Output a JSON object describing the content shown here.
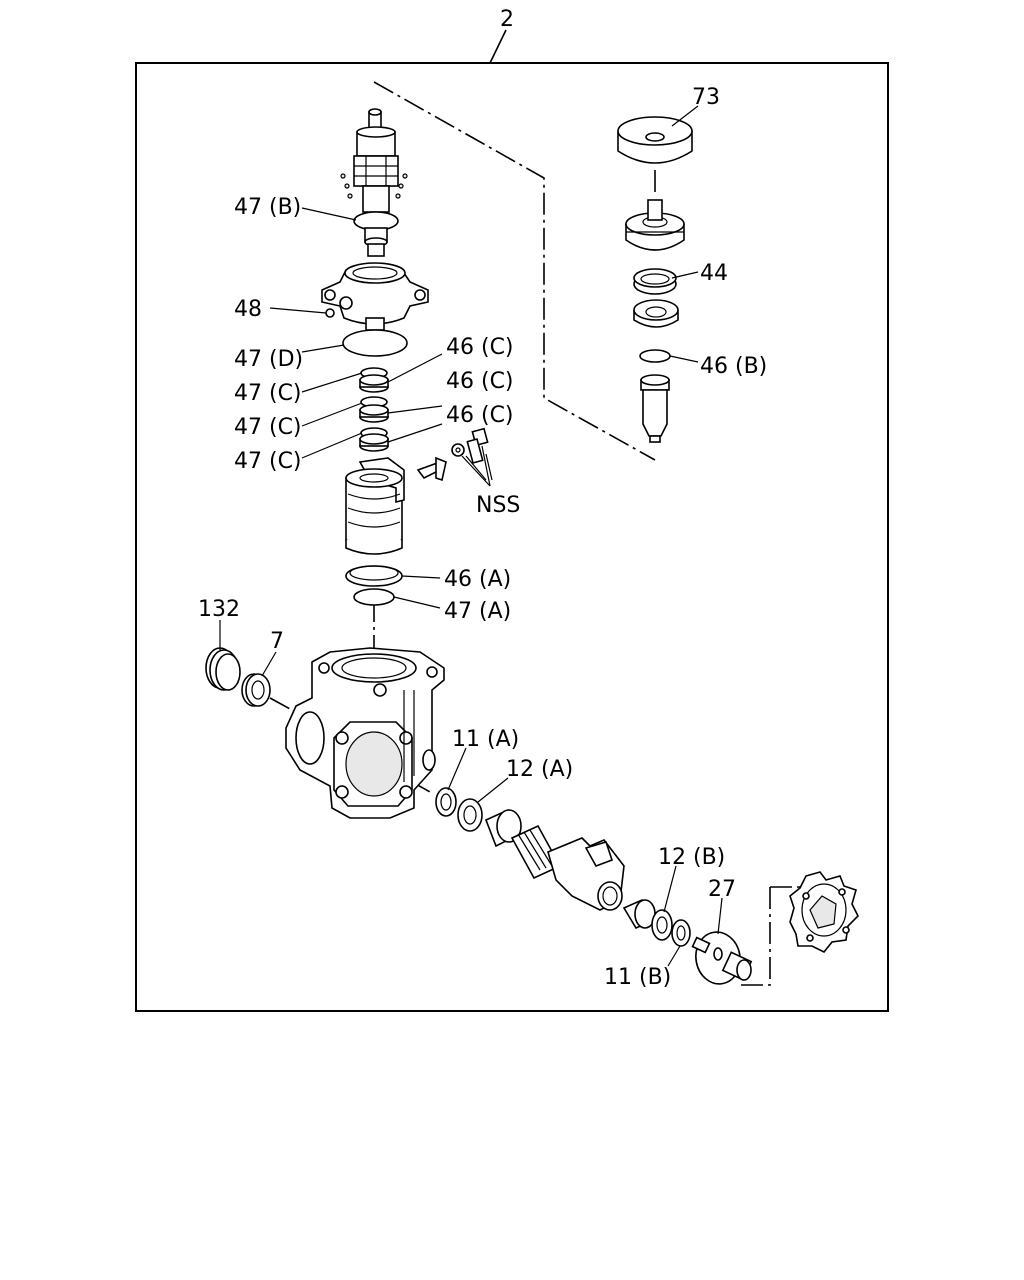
{
  "assembly_number": "2",
  "callouts": {
    "p73": "73",
    "p44": "44",
    "p46b": "46 (B)",
    "p47b": "47 (B)",
    "p48": "48",
    "p47d": "47 (D)",
    "p46c_1": "46 (C)",
    "p47c_1": "47 (C)",
    "p46c_2": "46 (C)",
    "p47c_2": "47 (C)",
    "p46c_3": "46 (C)",
    "p47c_3": "47 (C)",
    "nss": "NSS",
    "p46a": "46 (A)",
    "p47a": "47 (A)",
    "p132": "132",
    "p7": "7",
    "p11a": "11 (A)",
    "p12a": "12 (A)",
    "p12b": "12 (B)",
    "p27": "27",
    "p11b": "11 (B)"
  }
}
